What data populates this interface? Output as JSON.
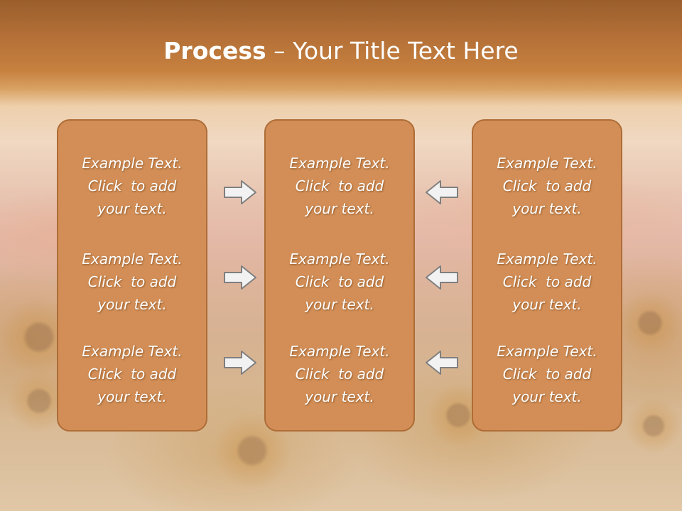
{
  "slide": {
    "title_bold": "Process",
    "title_rest": " – Your Title Text Here"
  },
  "columns": [
    {
      "items": [
        "Example Text.\nClick  to add\nyour text.",
        "Example Text.\nClick  to add\nyour text.",
        "Example Text.\nClick  to add\nyour text."
      ]
    },
    {
      "items": [
        "Example Text.\nClick  to add\nyour text.",
        "Example Text.\nClick  to add\nyour text.",
        "Example Text.\nClick  to add\nyour text."
      ]
    },
    {
      "items": [
        "Example Text.\nClick  to add\nyour text.",
        "Example Text.\nClick  to add\nyour text.",
        "Example Text.\nClick  to add\nyour text."
      ]
    }
  ],
  "arrows": {
    "left_group": "arrow-right-icon",
    "right_group": "arrow-left-icon"
  },
  "colors": {
    "box_fill": "#d28e56",
    "box_border": "#ae6c37",
    "arrow_fill": "#f2f2f2",
    "arrow_stroke": "#7f7f7f"
  }
}
